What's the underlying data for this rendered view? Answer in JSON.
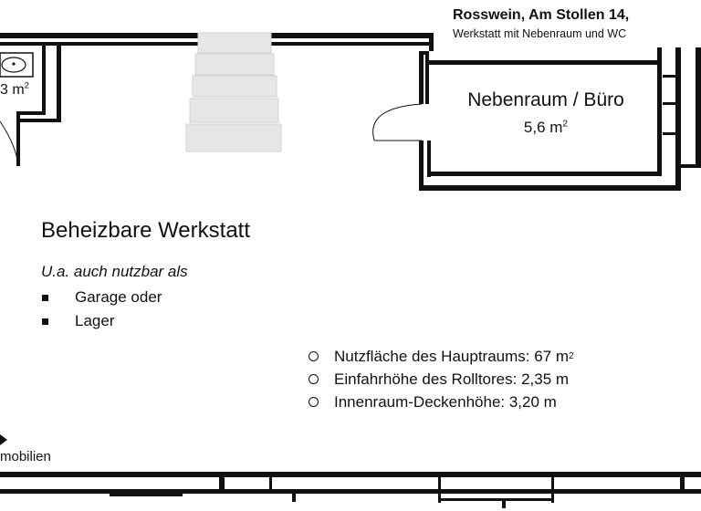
{
  "header": {
    "title": "Rosswein, Am Stollen 14,",
    "subtitle": "Werkstatt mit Nebenraum und WC"
  },
  "side_room": {
    "name": "Nebenraum / Büro",
    "area": "5,6 m",
    "area_unit_exp": "2"
  },
  "wc": {
    "area": "3 m",
    "area_unit_exp": "2"
  },
  "main_room": {
    "title": "Beheizbare Werkstatt",
    "uses_intro": "U.a. auch nutzbar als",
    "uses": [
      "Garage oder",
      "Lager"
    ]
  },
  "facts": [
    {
      "text": "Nutzfläche des Hauptraums: 67 m",
      "exp": "2"
    },
    {
      "text": "Einfahrhöhe des Rolltores: 2,35 m",
      "exp": ""
    },
    {
      "text": "Innenraum-Deckenhöhe: 3,20 m",
      "exp": ""
    }
  ],
  "brand": {
    "text": "mobilien"
  },
  "colors": {
    "wall": "#111111",
    "stairs": "#e6e6e6",
    "background": "#ffffff"
  }
}
